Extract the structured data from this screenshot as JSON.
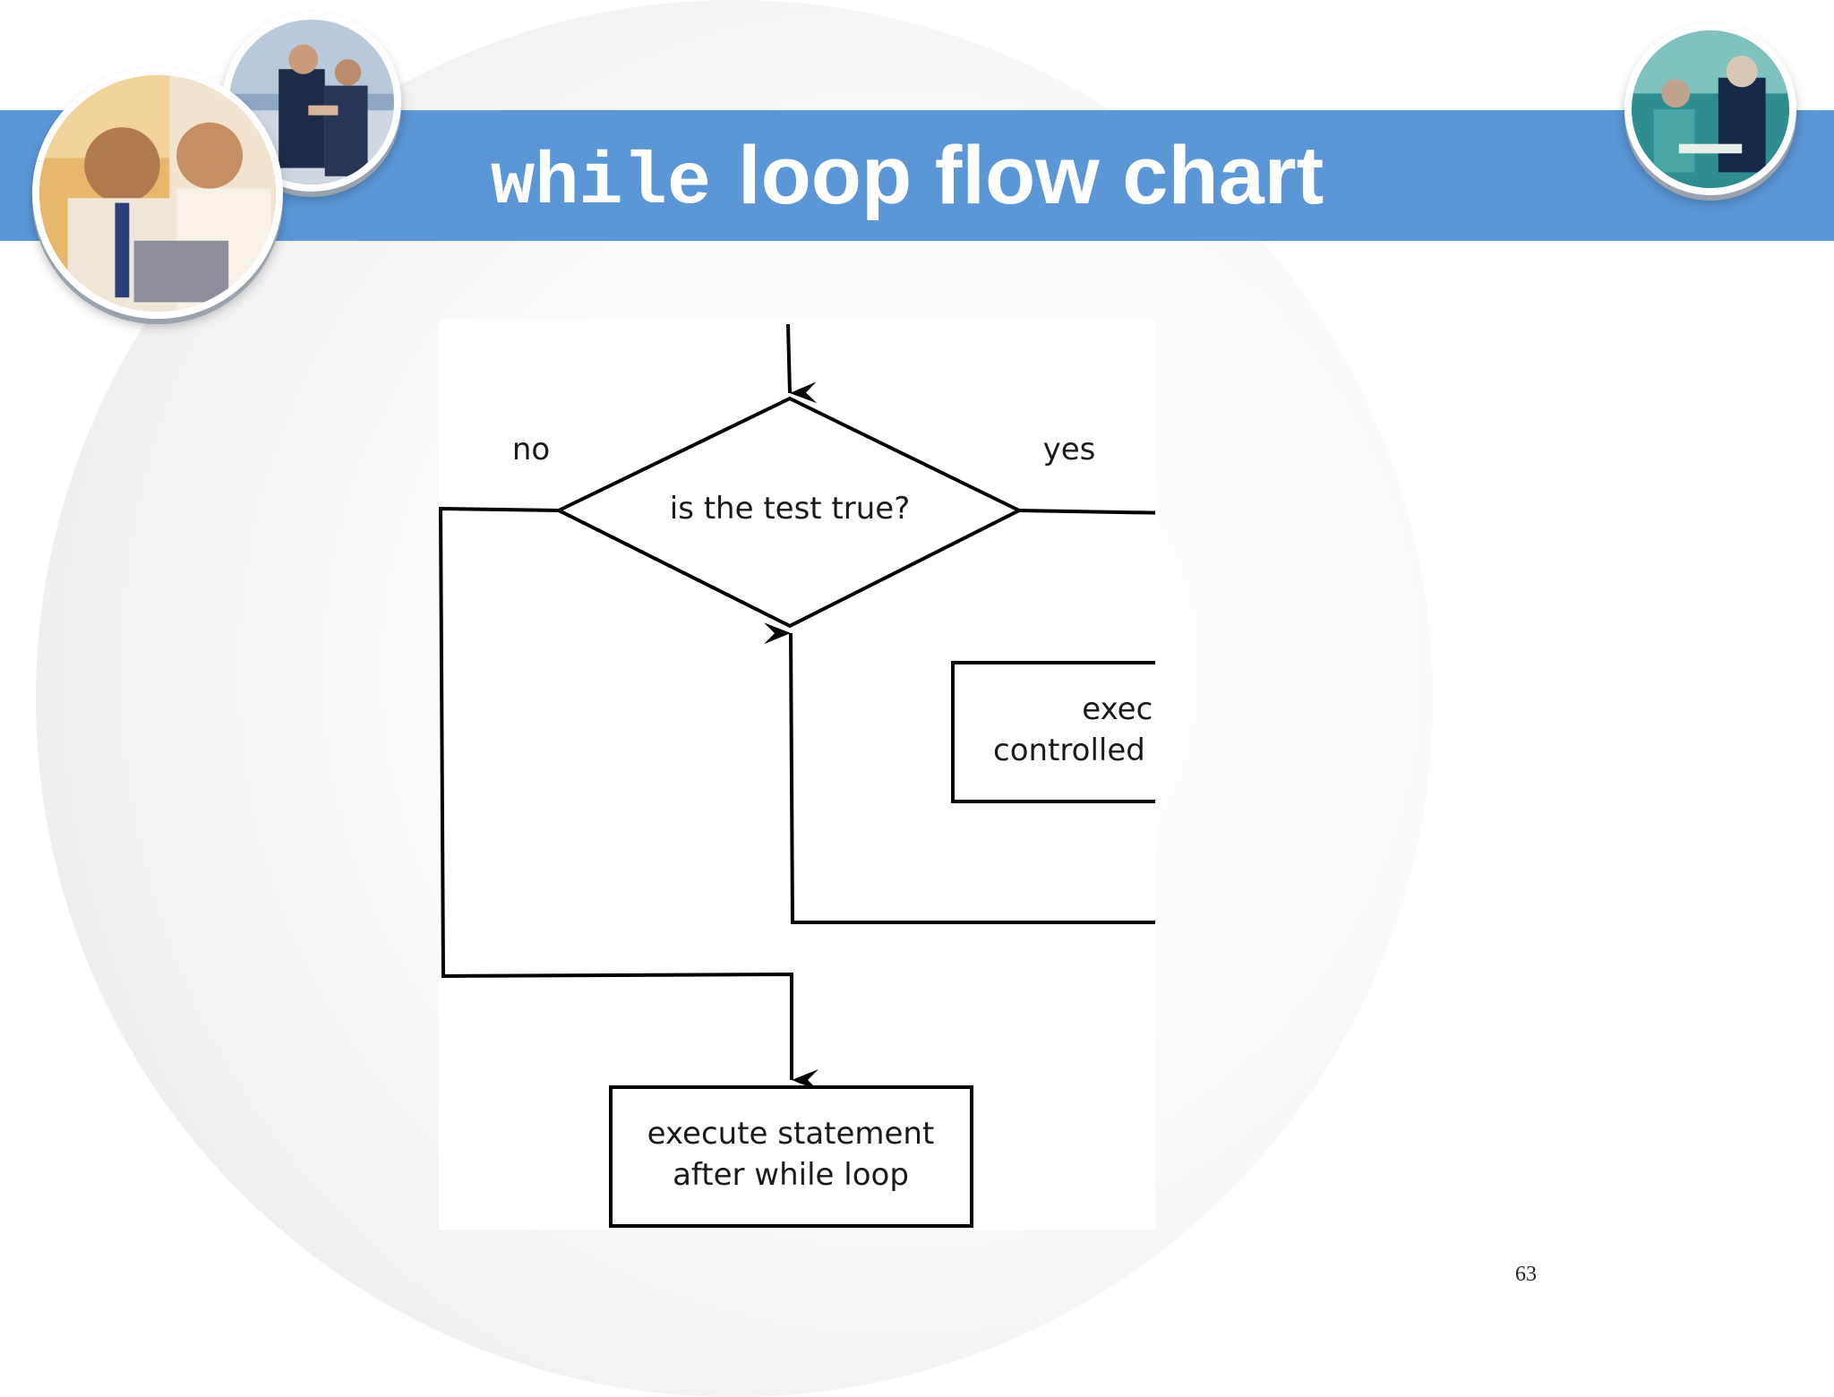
{
  "slide": {
    "title_code": "while",
    "title_rest": "loop flow chart",
    "page_number": "63"
  },
  "diagram": {
    "decision": "is the test true?",
    "label_no": "no",
    "label_yes": "yes",
    "body_line1": "execute the",
    "body_line2": "controlled statement(s)",
    "after_line1": "execute statement",
    "after_line2": "after while loop"
  },
  "colors": {
    "banner": "#5b96d6",
    "title_text": "#ffffff",
    "stroke": "#000000"
  }
}
